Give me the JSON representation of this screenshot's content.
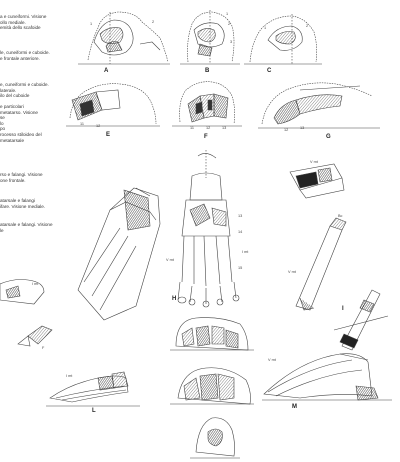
{
  "captions": {
    "c1": [
      "a e cuneiformi. Visione",
      "ollo mediale.",
      "emità dello scafoide"
    ],
    "c2": [
      "le, cuneiformi e cuboide.",
      "e frontale anteriore."
    ],
    "c3": [
      "e, cuneiformi e cuboide.",
      "laterale.",
      "ilo del cuboide"
    ],
    "c4": [
      "e particolari",
      "metatarso. Visione",
      "se",
      "lo",
      "po",
      "rocesso stiloideo del",
      "metatarsale"
    ],
    "c5": [
      "rso e falangi. Visione",
      "one frontale."
    ],
    "c6": [
      "atarsale e falangi",
      "ifare. Visione mediale."
    ],
    "c7": [
      "atarsale e falangi. Visione",
      "le"
    ]
  },
  "figure_labels": [
    "A",
    "B",
    "C",
    "E",
    "F",
    "G",
    "H",
    "I",
    "L",
    "M"
  ],
  "annotations": {
    "a_1": "1",
    "a_2": "2",
    "b_1": "1",
    "b_2": "2",
    "b_3": "3",
    "c_1": "1",
    "c_2": "2",
    "e_1": "11",
    "e_2": "12",
    "f_1": "11",
    "f_2": "12",
    "f_3": "13",
    "g_1": "12",
    "g_2": "13",
    "h_vmt": "V mt",
    "h_1mt": "I mt",
    "h_1": "13",
    "h_2": "14",
    "h_3": "15",
    "i_vmt": "V mt",
    "i_1mt": "V mt",
    "i_2": "Bc",
    "top_right_vmt": "V mt",
    "top_right_bc": "Bc",
    "left_1mt": "I mt",
    "left_f": "F",
    "l_1mt": "I mt",
    "m_vmt": "V mt"
  }
}
